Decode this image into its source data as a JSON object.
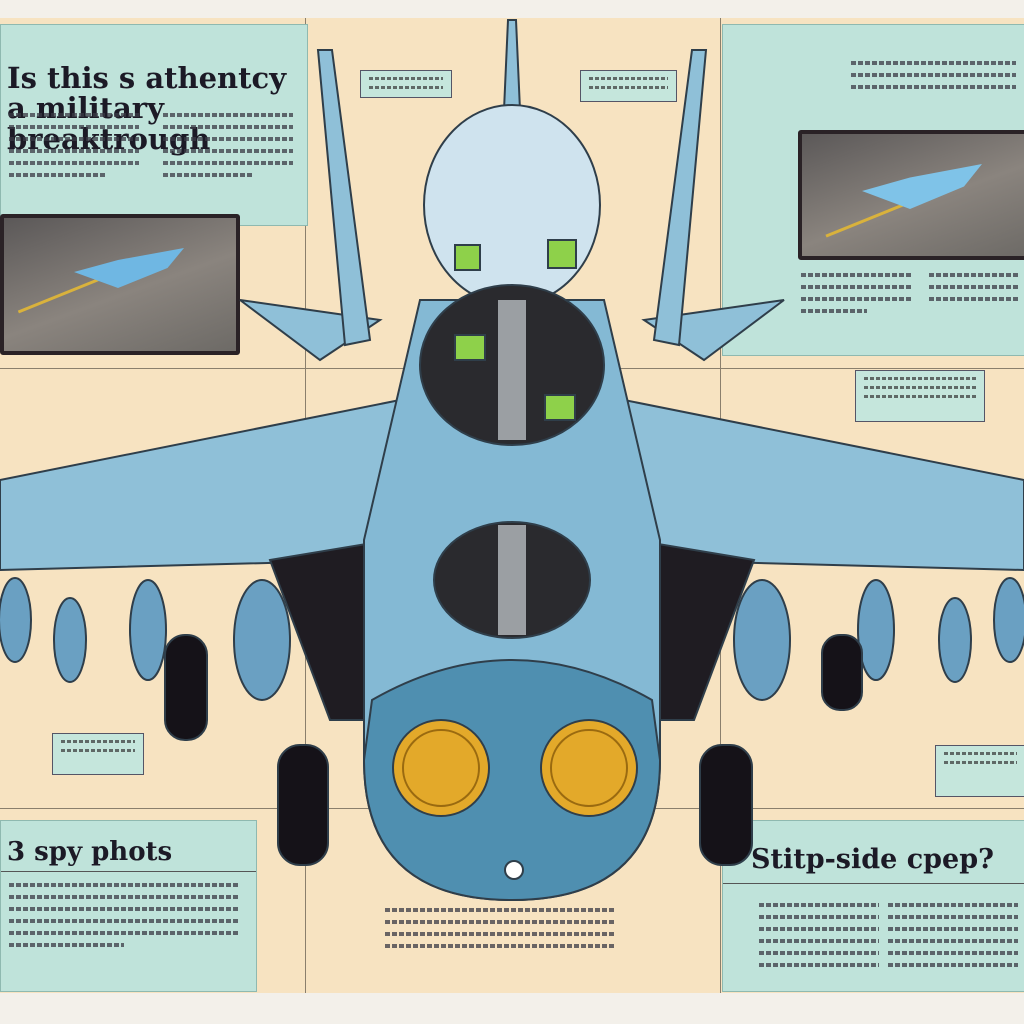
{
  "poster": {
    "headline": "Is this s athentcy a military breaktrough",
    "left_heading": "3 spy phots",
    "right_heading": "Stitp-side cpep?"
  },
  "colors": {
    "background": "#f7e3c1",
    "panel": "#bfe3da",
    "jet": "#7fb6d2",
    "nose": "#4e8fb0",
    "intake": "#e3a92a"
  },
  "icons": [
    "jet-illustration",
    "photo-thumbnail"
  ]
}
